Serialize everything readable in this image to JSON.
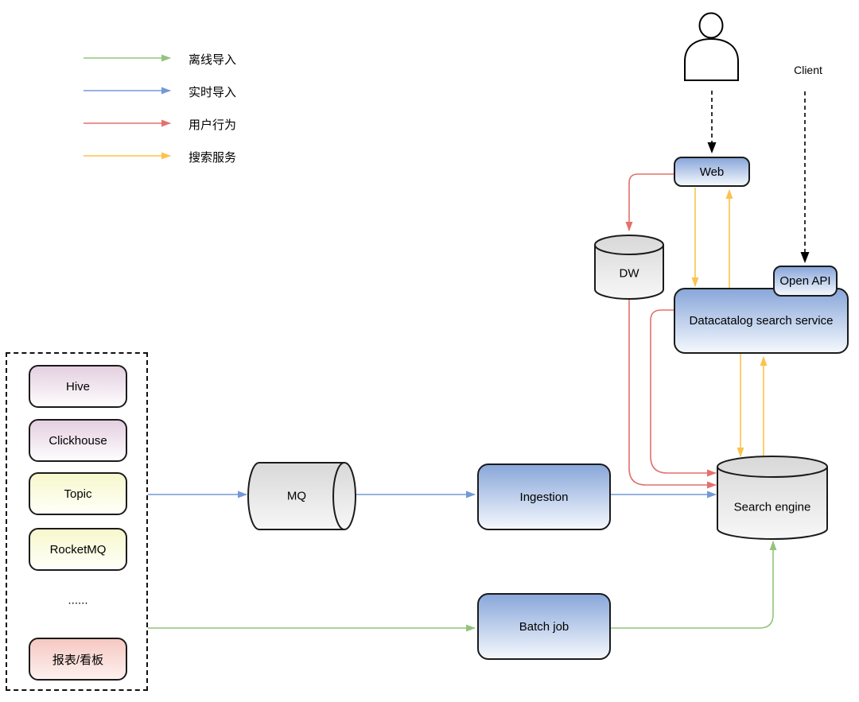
{
  "legend": {
    "items": [
      {
        "label": "离线导入",
        "color": "#93c47d"
      },
      {
        "label": "实时导入",
        "color": "#7399d6"
      },
      {
        "label": "用户行为",
        "color": "#e3716b"
      },
      {
        "label": "搜索服务",
        "color": "#fbc34d"
      }
    ]
  },
  "client": {
    "label": "Client"
  },
  "nodes": {
    "web": "Web",
    "dw": "DW",
    "open_api": "Open API",
    "datacatalog": "Datacatalog search service",
    "mq": "MQ",
    "ingestion": "Ingestion",
    "batch_job": "Batch job",
    "search_engine": "Search engine"
  },
  "sources": {
    "items": [
      "Hive",
      "Clickhouse",
      "Topic",
      "RocketMQ",
      "......",
      "报表/看板"
    ]
  },
  "icons": {
    "person": "person-icon"
  },
  "colors": {
    "offline_import": "#93c47d",
    "realtime_import": "#7399d6",
    "user_behavior": "#e3716b",
    "search_service": "#fbc34d",
    "dashed_flow": "#000000",
    "blue_node_top": "#89a7da",
    "purple_node_top": "#e4cfe0",
    "yellow_node_top": "#f7f8cc",
    "red_node_top": "#f6c8c2",
    "cylinder_top": "#d8d8d8",
    "cylinder_bottom": "#f7f7f7"
  }
}
